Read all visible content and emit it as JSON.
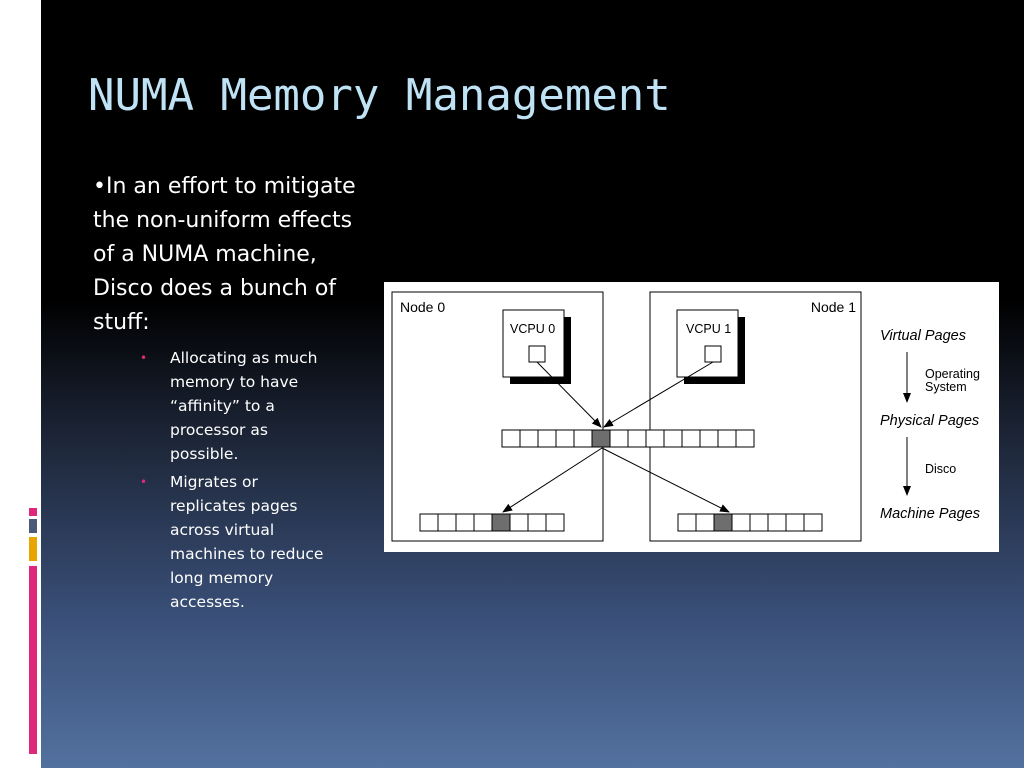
{
  "slide": {
    "title": "NUMA Memory Management",
    "main_bullet": "•In an effort to mitigate the non-uniform effects of a NUMA machine, Disco does a bunch of stuff:",
    "sub_bullets": [
      "Allocating as much memory to have “affinity” to a processor as possible.",
      "Migrates or replicates pages across virtual machines to reduce long memory accesses."
    ],
    "bullet_color": "#e0287a",
    "title_color": "#bfe3f5",
    "accent_colors": [
      "#e0287a",
      "#4a5a78",
      "#e8a400",
      "#e0287a"
    ]
  },
  "diagram": {
    "node0_label": "Node 0",
    "node1_label": "Node 1",
    "vcpu0_label": "VCPU 0",
    "vcpu1_label": "VCPU 1",
    "virtual_pages_label": "Virtual Pages",
    "operating_system_label_line1": "Operating",
    "operating_system_label_line2": "System",
    "physical_pages_label": "Physical Pages",
    "disco_label": "Disco",
    "machine_pages_label": "Machine Pages",
    "physical_page_count": 14,
    "physical_highlight_index": 5,
    "machine_page_count_per_node": 8,
    "machine_highlight_index_node0": 4,
    "machine_highlight_index_node1": 2
  }
}
